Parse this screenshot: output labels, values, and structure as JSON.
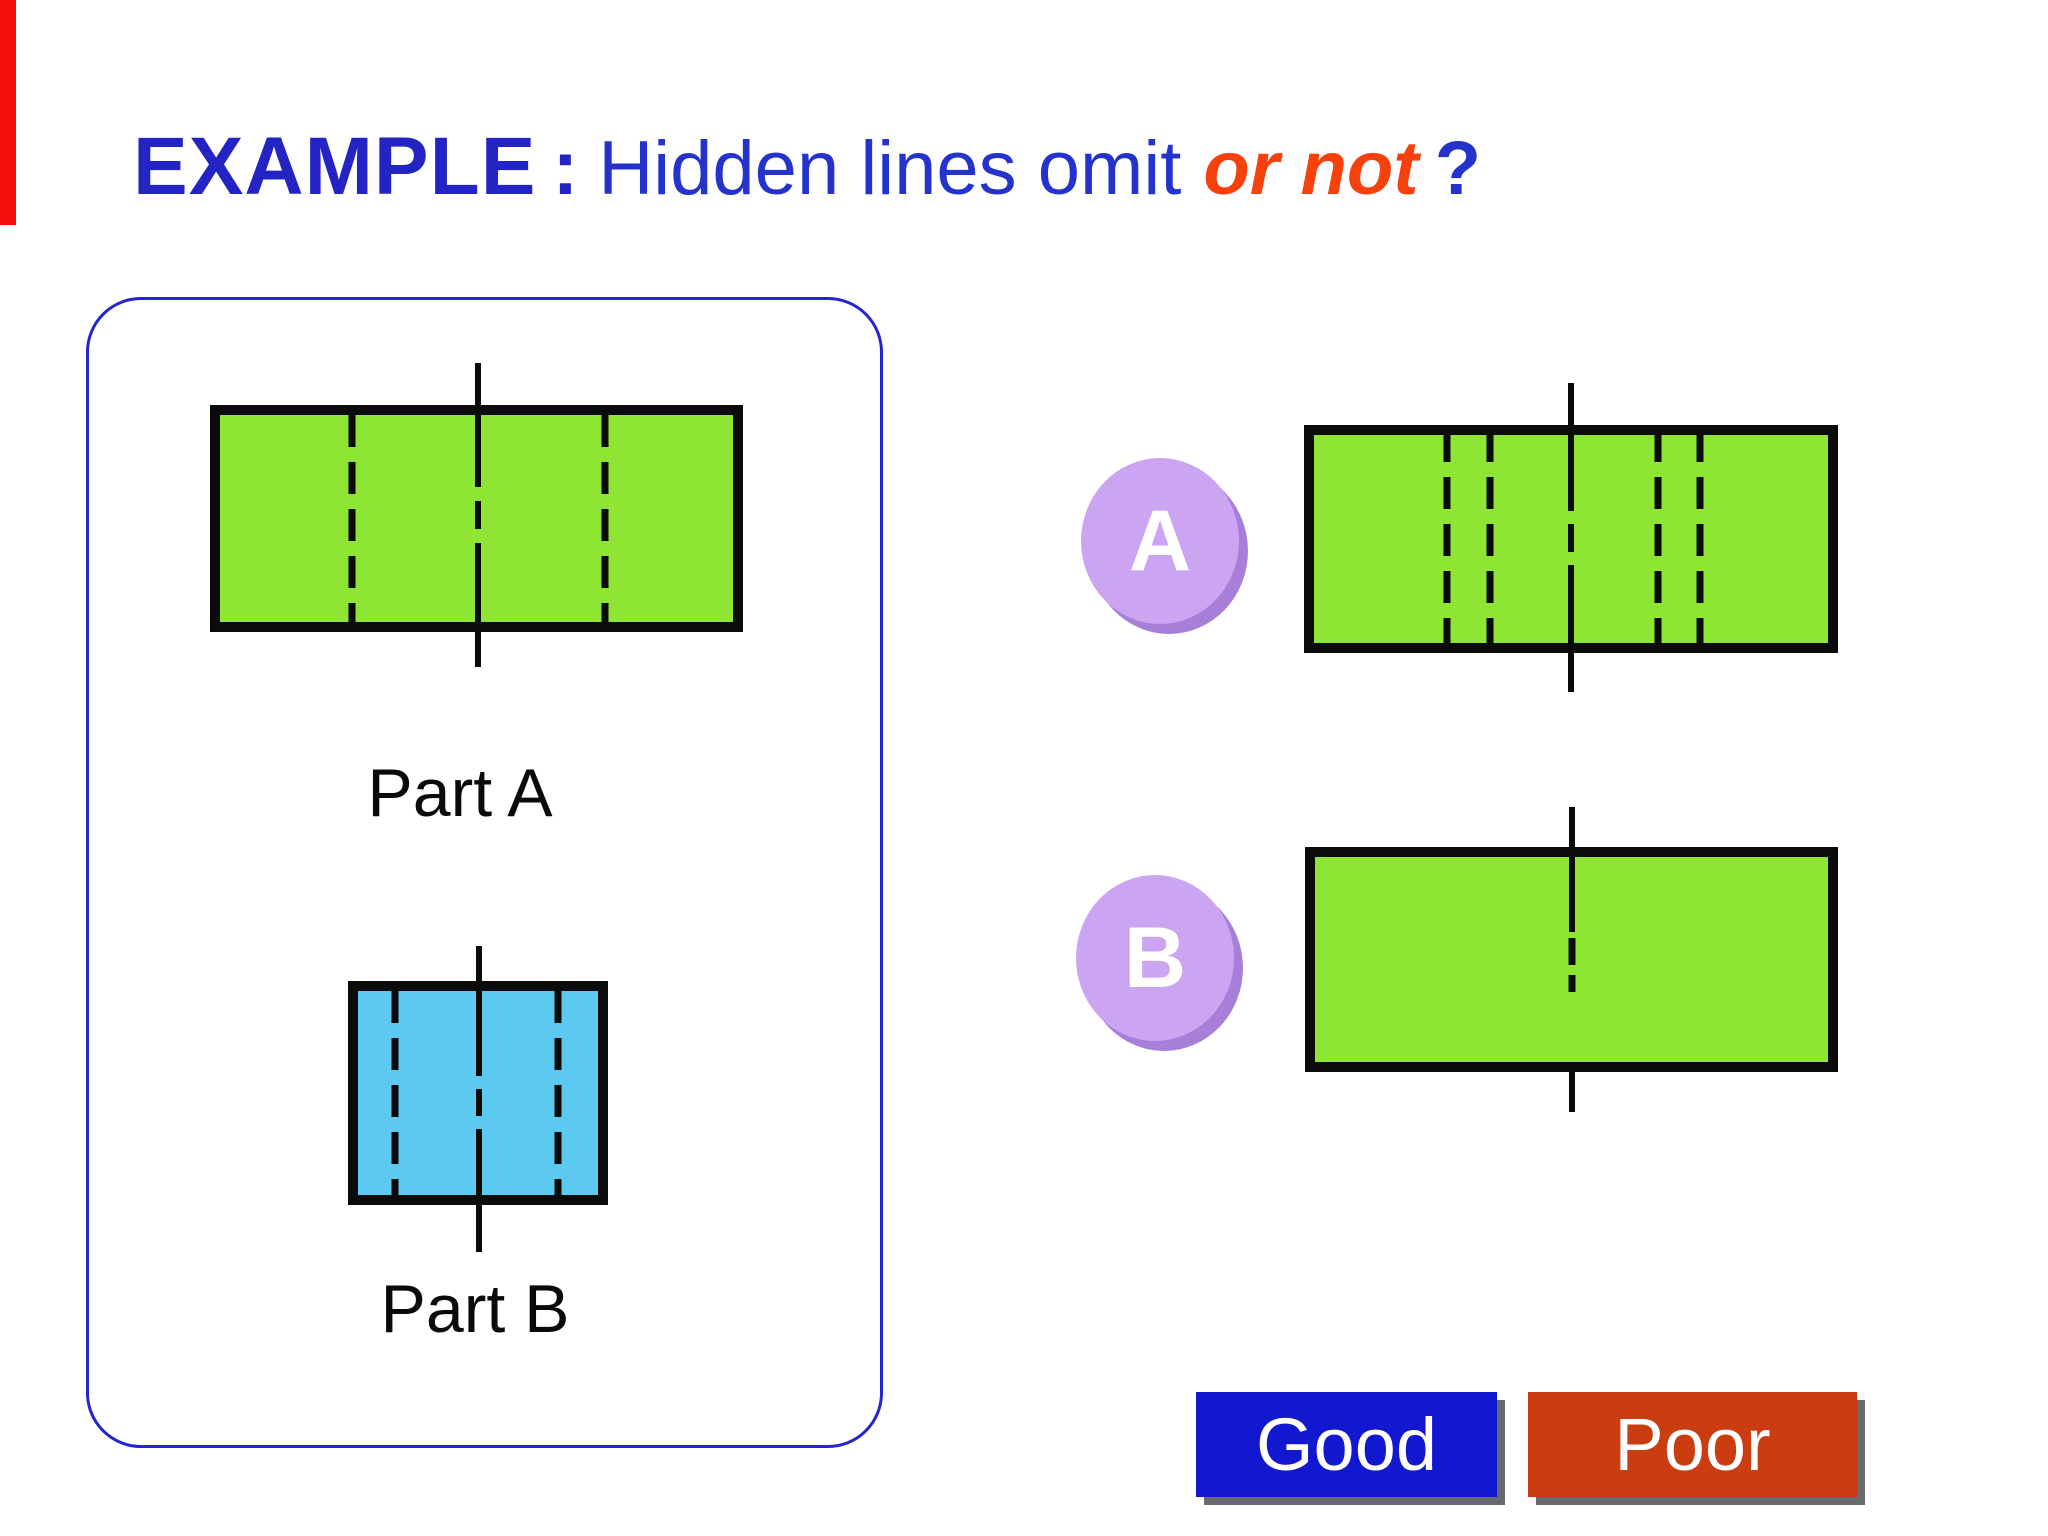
{
  "title": {
    "keyword": "EXAMPLE",
    "separator": ":",
    "phrase": "Hidden lines omit",
    "accent": "or not",
    "question": "?"
  },
  "panel": {
    "part_a_label": "Part A",
    "part_b_label": "Part B"
  },
  "options": [
    {
      "label": "A"
    },
    {
      "label": "B"
    }
  ],
  "buttons": {
    "good_label": "Good",
    "poor_label": "Poor"
  },
  "colors": {
    "title_keyword": "#2424C4",
    "title_text": "#2433CB",
    "title_accent": "#F7410C",
    "panel_border": "#2326CE",
    "view_green": "#8FE534",
    "view_blue": "#5CC9F1",
    "line_black": "#0B0B0B",
    "badge_fill": "#CBA5F2",
    "badge_shadow": "#A87FD8",
    "badge_letter": "#FFFFFF",
    "good_bg": "#1118D0",
    "poor_bg": "#C93D10",
    "button_text": "#FFFFFF",
    "edge_bar": "#F60D0D"
  }
}
